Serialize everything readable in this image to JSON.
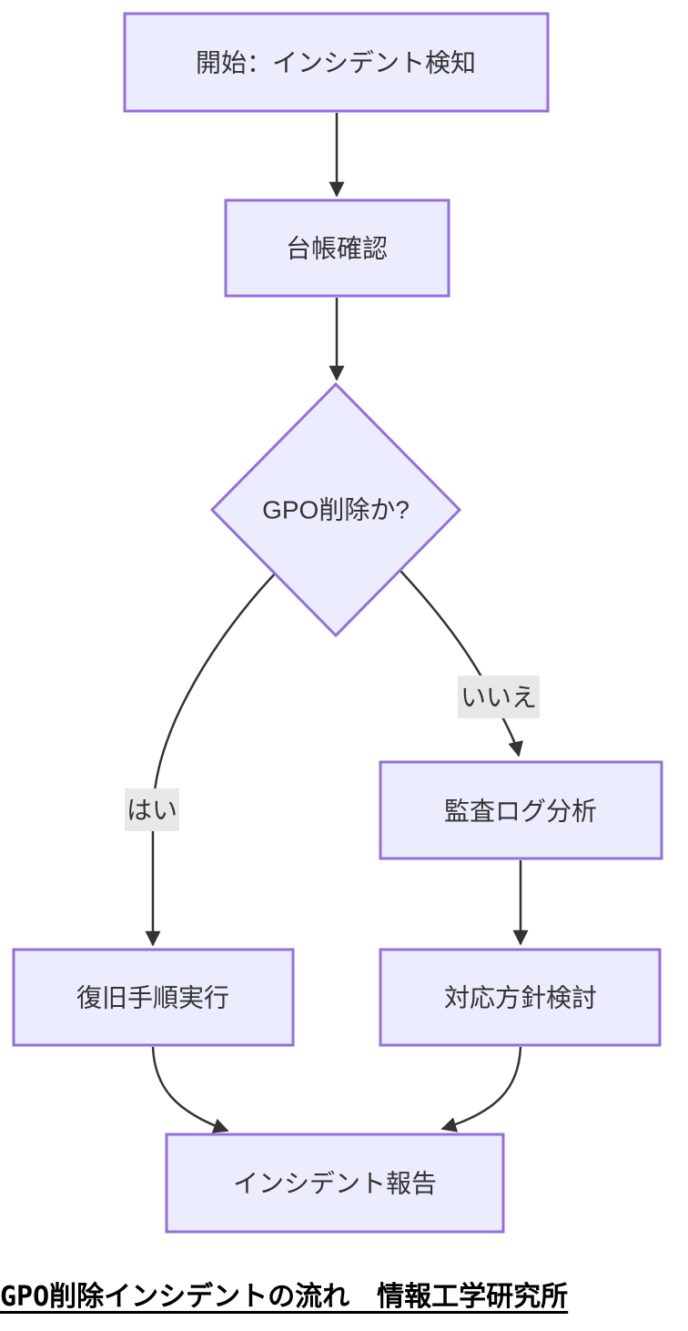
{
  "diagram": {
    "type": "flowchart",
    "direction": "top-down",
    "nodes": {
      "start": {
        "label": "開始：インシデント検知",
        "shape": "rect"
      },
      "ledger": {
        "label": "台帳確認",
        "shape": "rect"
      },
      "decision": {
        "label": "GPO削除か?",
        "shape": "diamond"
      },
      "audit": {
        "label": "監査ログ分析",
        "shape": "rect"
      },
      "recovery": {
        "label": "復旧手順実行",
        "shape": "rect"
      },
      "policy": {
        "label": "対応方針検討",
        "shape": "rect"
      },
      "report": {
        "label": "インシデント報告",
        "shape": "rect"
      }
    },
    "edges": [
      {
        "from": "start",
        "to": "ledger",
        "label": ""
      },
      {
        "from": "ledger",
        "to": "decision",
        "label": ""
      },
      {
        "from": "decision",
        "to": "recovery",
        "label": "はい"
      },
      {
        "from": "decision",
        "to": "audit",
        "label": "いいえ"
      },
      {
        "from": "audit",
        "to": "policy",
        "label": ""
      },
      {
        "from": "recovery",
        "to": "report",
        "label": ""
      },
      {
        "from": "policy",
        "to": "report",
        "label": ""
      }
    ],
    "edge_labels": {
      "yes": "はい",
      "no": "いいえ"
    },
    "caption": "GPO削除インシデントの流れ　情報工学研究所",
    "colors": {
      "node_fill": "#ECECFF",
      "node_border": "#9370DB",
      "edge_stroke": "#333333",
      "edge_label_bg": "#e8e8e8",
      "node_text": "#333333",
      "caption_text": "#000000",
      "background": "#ffffff"
    }
  }
}
